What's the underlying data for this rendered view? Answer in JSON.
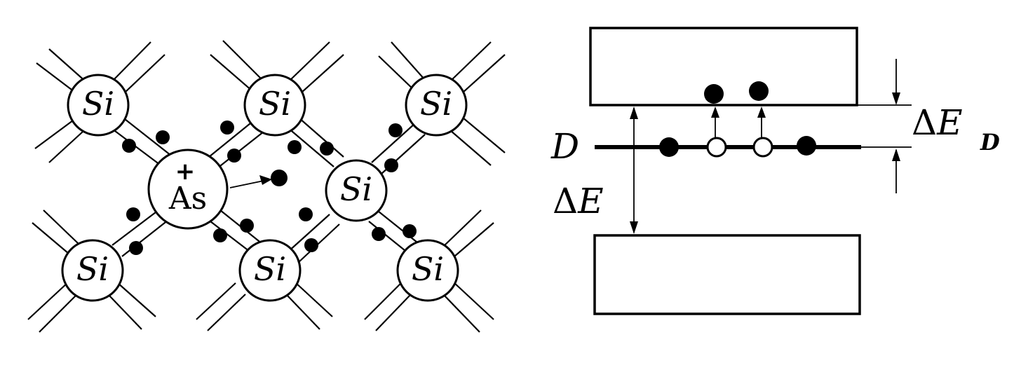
{
  "lattice": {
    "atoms": [
      {
        "id": "si-top-left",
        "label": "Si"
      },
      {
        "id": "si-top-mid",
        "label": "Si"
      },
      {
        "id": "si-top-right",
        "label": "Si"
      },
      {
        "id": "si-center",
        "label": "Si"
      },
      {
        "id": "si-bottom-left",
        "label": "Si"
      },
      {
        "id": "si-bottom-mid",
        "label": "Si"
      },
      {
        "id": "si-bottom-right",
        "label": "Si"
      }
    ],
    "donor": {
      "label": "As",
      "charge": "+"
    }
  },
  "bands": {
    "donor_level_label": "D",
    "gap_label_delta": "Δ",
    "gap_label": "E",
    "donor_gap_label_delta": "Δ",
    "donor_gap_label": "E",
    "donor_gap_subscript": "D"
  }
}
